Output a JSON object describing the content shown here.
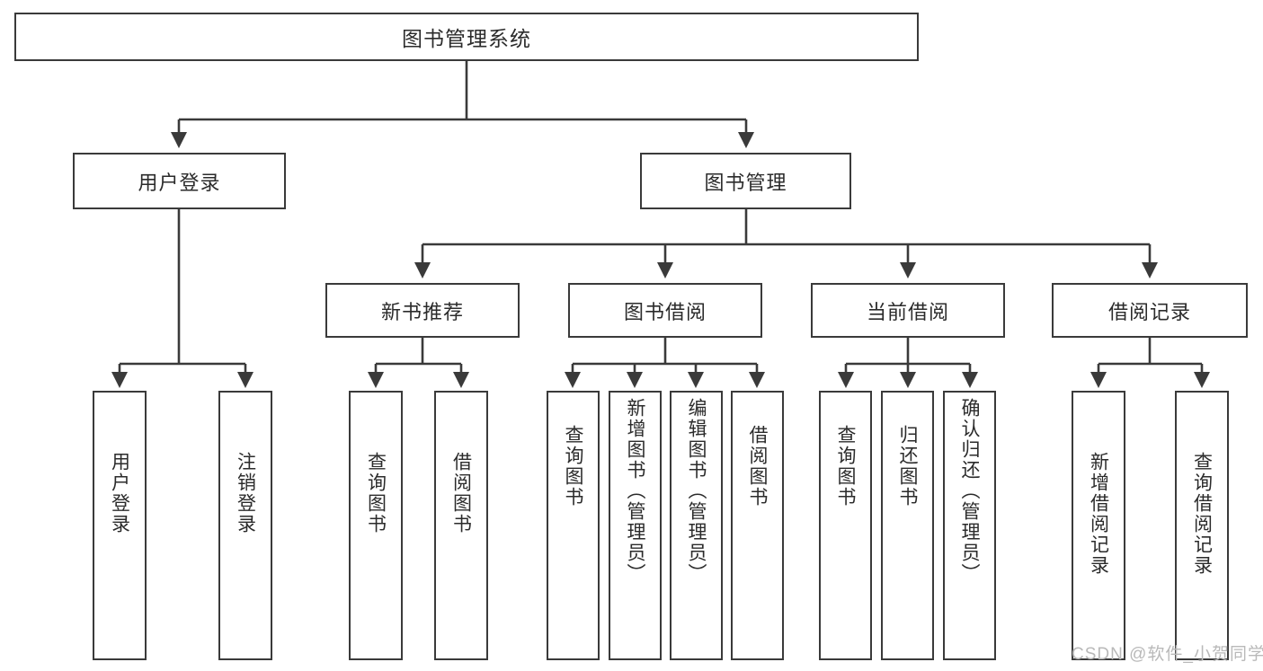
{
  "diagram": {
    "title": "图书管理系统",
    "type": "hierarchy-tree",
    "root": {
      "label": "图书管理系统"
    },
    "level2": [
      {
        "label": "用户登录"
      },
      {
        "label": "图书管理"
      }
    ],
    "level3": [
      {
        "label": "新书推荐"
      },
      {
        "label": "图书借阅"
      },
      {
        "label": "当前借阅"
      },
      {
        "label": "借阅记录"
      }
    ],
    "leaves": {
      "user_login": [
        {
          "label": "用户登录"
        },
        {
          "label": "注销登录"
        }
      ],
      "new_book_recommend": [
        {
          "label": "查询图书"
        },
        {
          "label": "借阅图书"
        }
      ],
      "book_borrow": [
        {
          "label": "查询图书"
        },
        {
          "label": "新增图书（管理员）"
        },
        {
          "label": "编辑图书（管理员）"
        },
        {
          "label": "借阅图书"
        }
      ],
      "current_borrow": [
        {
          "label": "查询图书"
        },
        {
          "label": "归还图书"
        },
        {
          "label": "确认归还（管理员）"
        }
      ],
      "borrow_records": [
        {
          "label": "新增借阅记录"
        },
        {
          "label": "查询借阅记录"
        }
      ]
    }
  },
  "watermark": {
    "text": "CSDN @软件_小贺同学"
  },
  "colors": {
    "stroke": "#3a3a3a",
    "text": "#2b2b2b",
    "background": "#ffffff",
    "watermark": "#b9b9b9"
  }
}
